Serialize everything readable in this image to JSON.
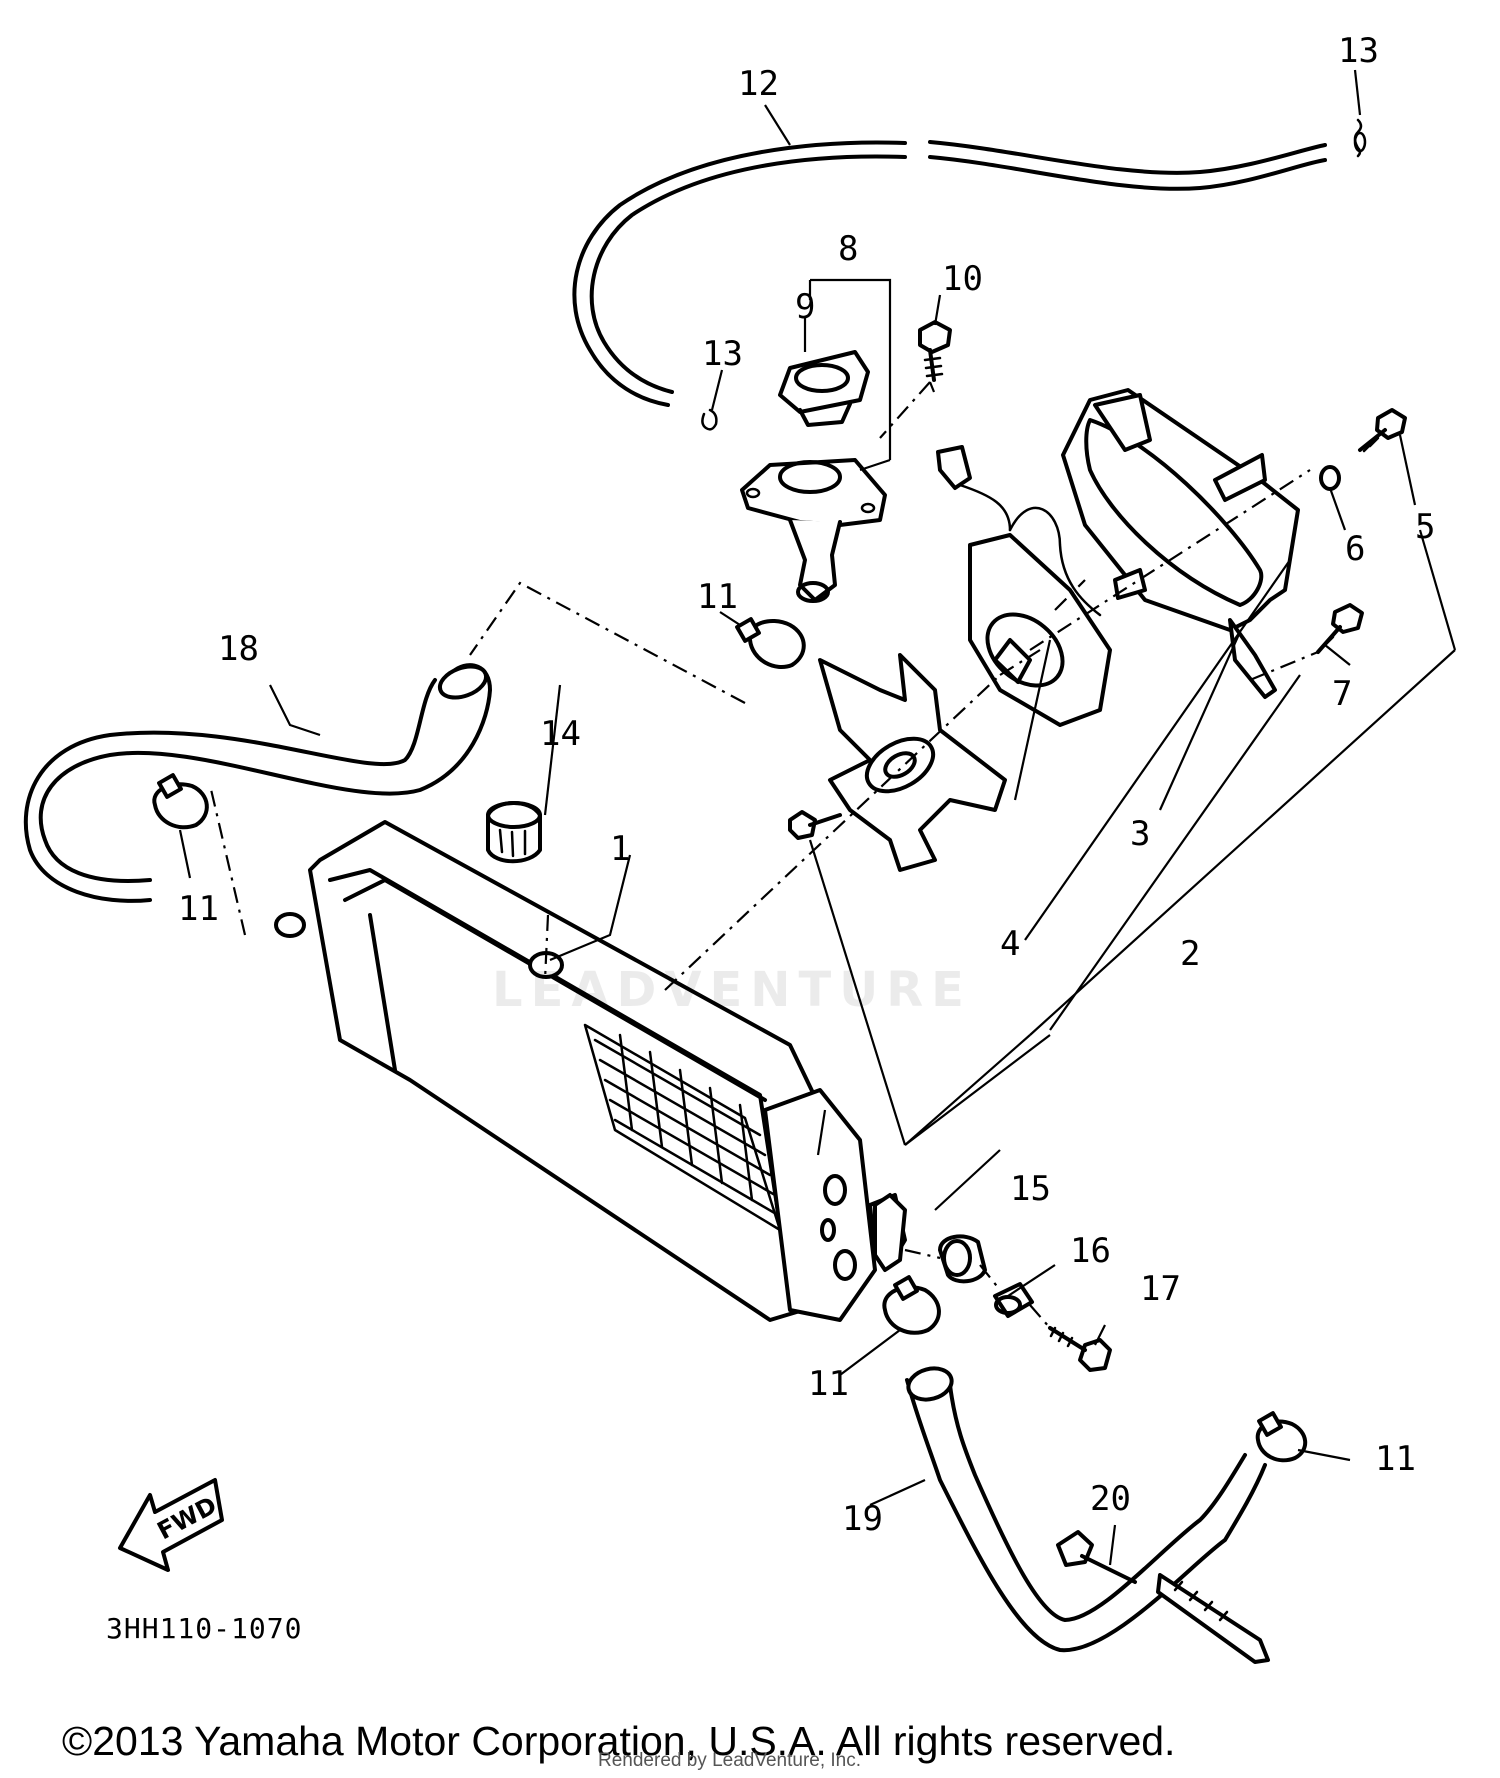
{
  "diagram_code": "3HH110-1070",
  "fwd_label": "FWD",
  "copyright": "©2013 Yamaha Motor Corporation, U.S.A. All rights reserved.",
  "rendered_by": "Rendered by LeadVenture, Inc.",
  "watermark": "LEADVENTURE",
  "callouts": {
    "c1": "1",
    "c2": "2",
    "c3": "3",
    "c4": "4",
    "c5": "5",
    "c6": "6",
    "c7": "7",
    "c8": "8",
    "c9": "9",
    "c10": "10",
    "c11_top": "11",
    "c11_left": "11",
    "c11_bottom": "11",
    "c11_right": "11",
    "c12": "12",
    "c13_top": "13",
    "c13_mid": "13",
    "c14": "14",
    "c15": "15",
    "c16": "16",
    "c17": "17",
    "c18": "18",
    "c19": "19",
    "c20": "20"
  }
}
